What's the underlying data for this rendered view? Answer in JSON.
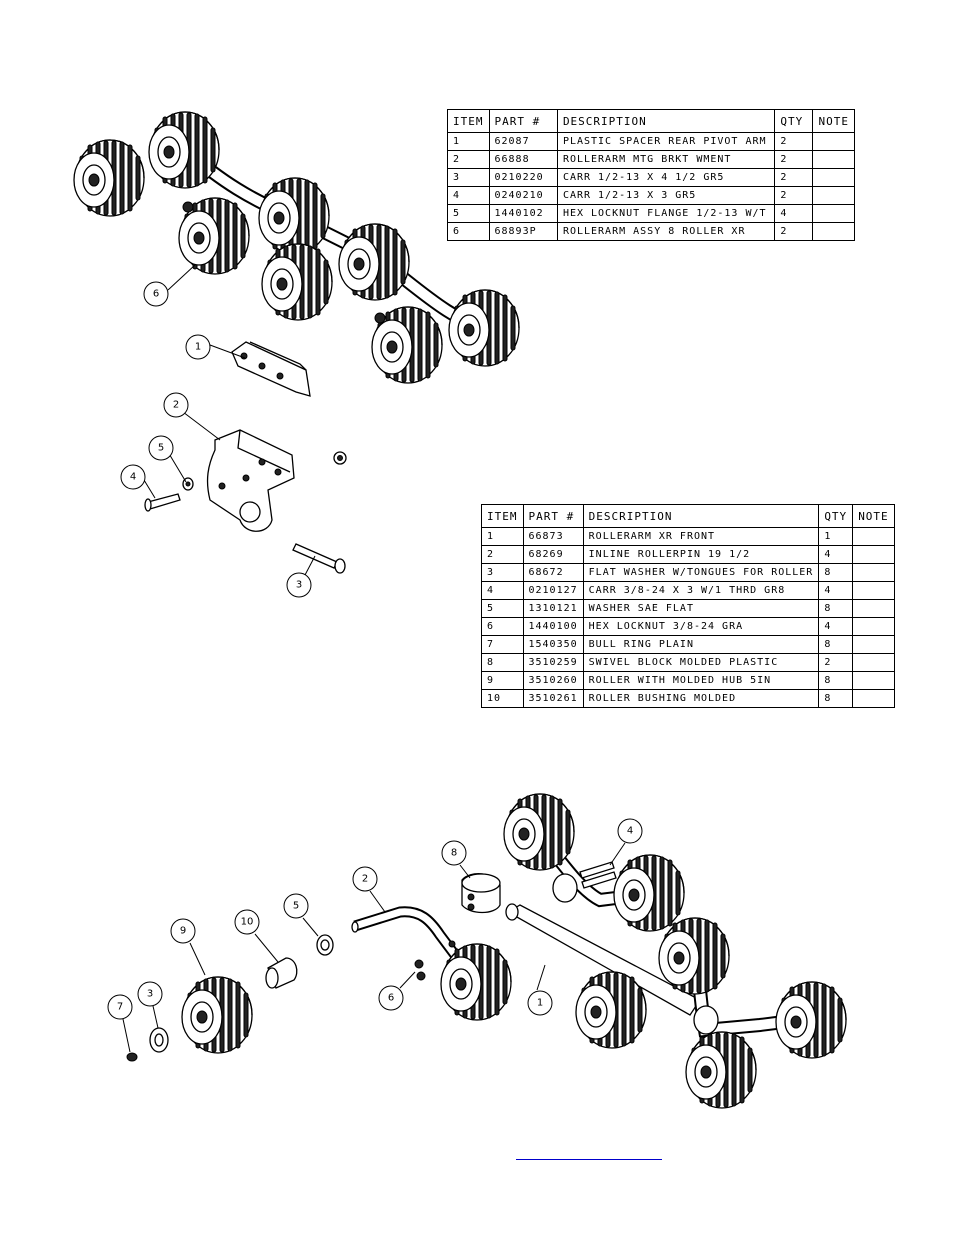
{
  "table_top": {
    "headers": [
      "ITEM",
      "PART #",
      "DESCRIPTION",
      "QTY",
      "NOTE"
    ],
    "rows": [
      [
        "1",
        "62087",
        "PLASTIC SPACER REAR PIVOT ARM",
        "2",
        ""
      ],
      [
        "2",
        "66888",
        "ROLLERARM MTG BRKT WMENT",
        "2",
        ""
      ],
      [
        "3",
        "0210220",
        "CARR 1/2-13 X 4 1/2 GR5",
        "2",
        ""
      ],
      [
        "4",
        "0240210",
        "CARR 1/2-13 X 3 GR5",
        "2",
        ""
      ],
      [
        "5",
        "1440102",
        "HEX LOCKNUT FLANGE 1/2-13 W/T",
        "4",
        ""
      ],
      [
        "6",
        "68893P",
        "ROLLERARM ASSY 8 ROLLER XR",
        "2",
        ""
      ]
    ]
  },
  "table_bottom": {
    "headers": [
      "ITEM",
      "PART #",
      "DESCRIPTION",
      "QTY",
      "NOTE"
    ],
    "rows": [
      [
        "1",
        "66873",
        "ROLLERARM XR FRONT",
        "1",
        ""
      ],
      [
        "2",
        "68269",
        "INLINE ROLLERPIN 19 1/2",
        "4",
        ""
      ],
      [
        "3",
        "68672",
        "FLAT WASHER W/TONGUES FOR ROLLER",
        "8",
        ""
      ],
      [
        "4",
        "0210127",
        "CARR 3/8-24 X 3 W/1 THRD GR8",
        "4",
        ""
      ],
      [
        "5",
        "1310121",
        "WASHER SAE FLAT",
        "8",
        ""
      ],
      [
        "6",
        "1440100",
        "HEX LOCKNUT 3/8-24 GRA",
        "4",
        ""
      ],
      [
        "7",
        "1540350",
        "BULL RING PLAIN",
        "8",
        ""
      ],
      [
        "8",
        "3510259",
        "SWIVEL BLOCK MOLDED PLASTIC",
        "2",
        ""
      ],
      [
        "9",
        "3510260",
        "ROLLER WITH MOLDED HUB 5IN",
        "8",
        ""
      ],
      [
        "10",
        "3510261",
        "ROLLER BUSHING MOLDED",
        "8",
        ""
      ]
    ]
  },
  "balloons_top": [
    "6",
    "1",
    "2",
    "5",
    "4",
    "3"
  ],
  "balloons_bottom": [
    "4",
    "8",
    "2",
    "5",
    "10",
    "9",
    "3",
    "7",
    "6",
    "1"
  ]
}
